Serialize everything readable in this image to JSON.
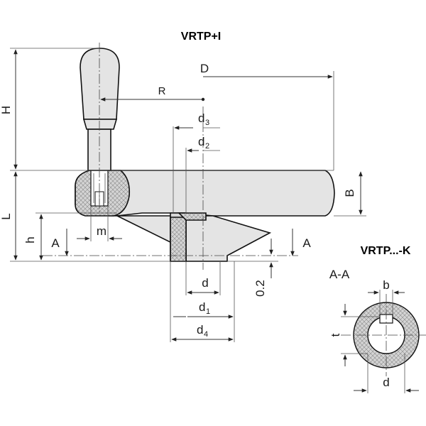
{
  "titles": {
    "main": "VRTP+I",
    "variant": "VRTP...-K",
    "section": "A-A"
  },
  "dimensions": {
    "H": "H",
    "L": "L",
    "h": "h",
    "m": "m",
    "B": "B",
    "D": "D",
    "R": "R",
    "d": "d",
    "d1": "d",
    "d1_sub": "1",
    "d2": "d",
    "d2_sub": "2",
    "d3": "d",
    "d3_sub": "3",
    "d4": "d",
    "d4_sub": "4",
    "offset": "0.2",
    "b": "b",
    "t": "t",
    "d_section": "d"
  },
  "section_markers": {
    "left": "A",
    "right": "A"
  },
  "colors": {
    "body_fill": "#e4e4e4",
    "hatch_fill": "#c9c9c9",
    "outline": "#111111"
  }
}
